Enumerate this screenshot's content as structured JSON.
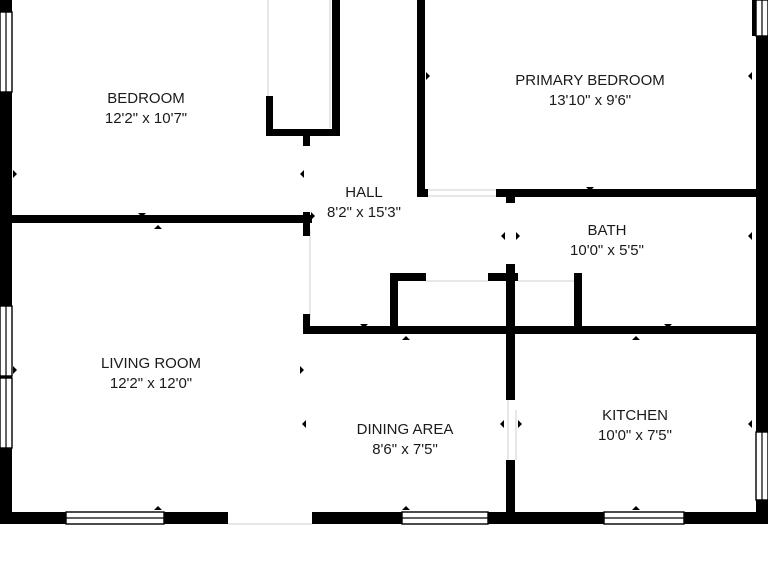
{
  "rooms": {
    "bedroom": {
      "name": "BEDROOM",
      "size": "12'2\" x 10'7\""
    },
    "primary_bedroom": {
      "name": "PRIMARY BEDROOM",
      "size": "13'10\" x 9'6\""
    },
    "hall": {
      "name": "HALL",
      "size": "8'2\" x 15'3\""
    },
    "bath": {
      "name": "BATH",
      "size": "10'0\" x 5'5\""
    },
    "living_room": {
      "name": "LIVING ROOM",
      "size": "12'2\" x 12'0\""
    },
    "dining_area": {
      "name": "DINING AREA",
      "size": "8'6\" x 7'5\""
    },
    "kitchen": {
      "name": "KITCHEN",
      "size": "10'0\" x 7'5\""
    }
  },
  "colors": {
    "wall": "#000000",
    "background": "#ffffff",
    "text": "#1a1a1a"
  }
}
